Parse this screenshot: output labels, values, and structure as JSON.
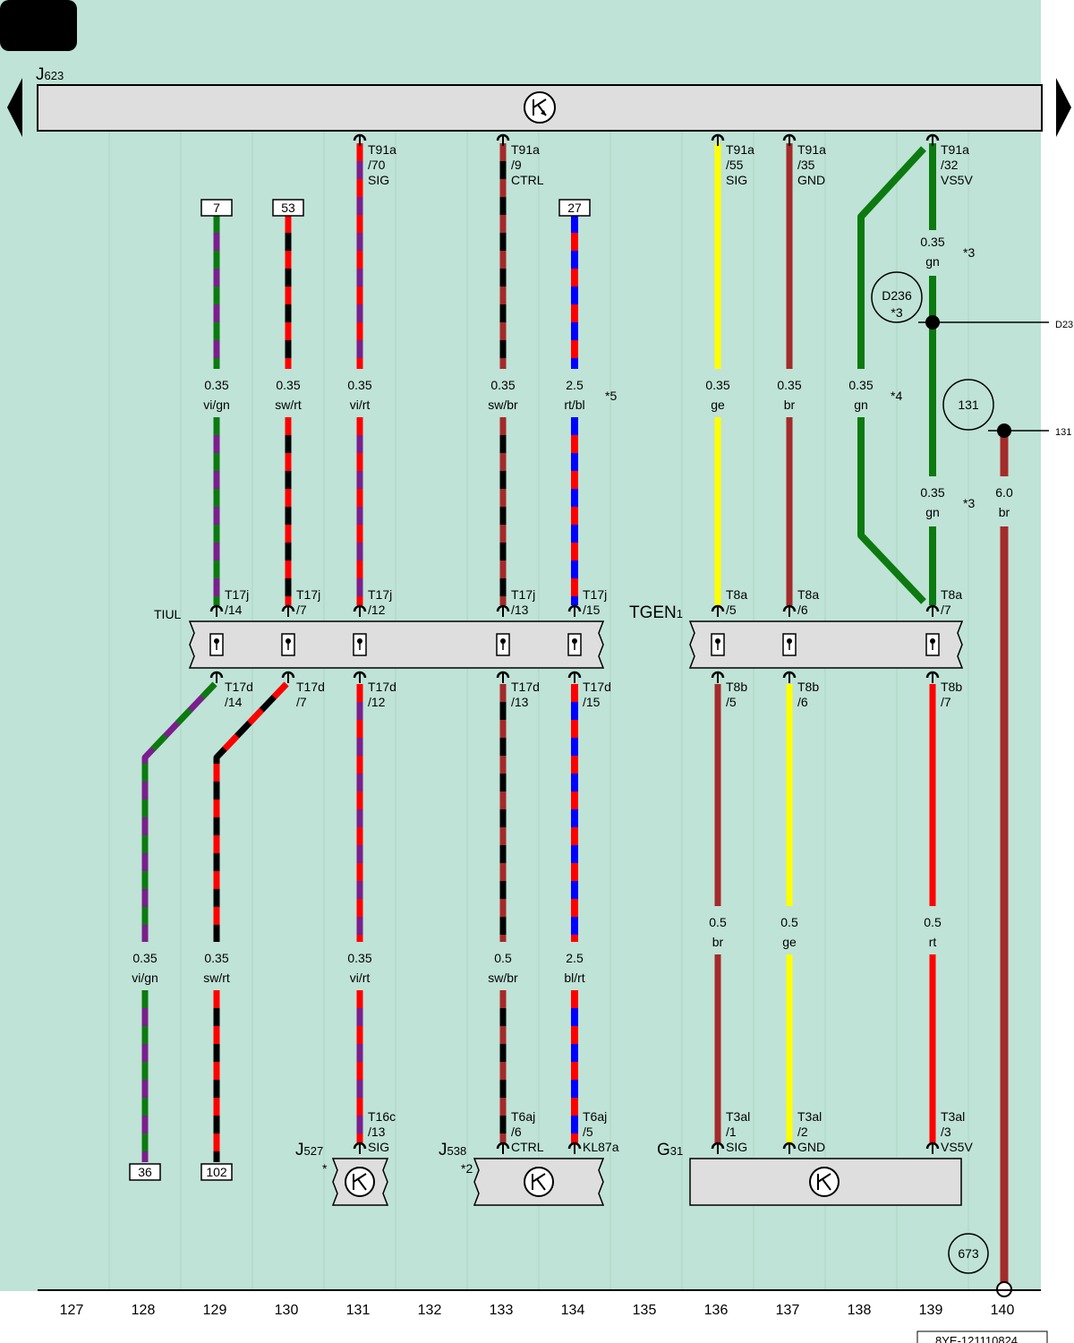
{
  "colors": {
    "background": "#bfe3d6",
    "gridline": "#aed4c5",
    "bar_fill": "#dedede",
    "vi": "#7a1f8c",
    "gn": "#0c7a10",
    "sw": "#000000",
    "rt": "#ff0000",
    "br": "#a52a2a",
    "ge": "#ffff00",
    "bl": "#0000ff"
  },
  "page_tag": "",
  "ecu": {
    "name": "J",
    "sub": "623"
  },
  "nav": {
    "prev_icon": "arrow-left-icon",
    "next_icon": "arrow-right-icon"
  },
  "tiul_label": "TIUL",
  "tgen_label": "TGEN",
  "tgen_sub": "1",
  "ref_boxes": [
    "7",
    "53",
    "27",
    "36",
    "102"
  ],
  "circles": [
    "D236",
    "*3",
    "131",
    "673"
  ],
  "notes": [
    "*3",
    "*4",
    "*5",
    "*",
    "*2"
  ],
  "edge_labels": [
    "D23",
    "131"
  ],
  "wires": [
    {
      "label1": "0.35",
      "label2": "vi/gn"
    },
    {
      "label1": "0.35",
      "label2": "sw/rt"
    },
    {
      "label1": "0.35",
      "label2": "vi/rt"
    },
    {
      "label1": "0.35",
      "label2": "sw/br"
    },
    {
      "label1": "2.5",
      "label2": "rt/bl"
    },
    {
      "label1": "0.35",
      "label2": "ge"
    },
    {
      "label1": "0.35",
      "label2": "br"
    },
    {
      "label1": "0.35",
      "label2": "gn"
    },
    {
      "label1": "0.35",
      "label2": "gn"
    },
    {
      "label1": "0.35",
      "label2": "gn"
    },
    {
      "label1": "6.0",
      "label2": "br"
    },
    {
      "label1": "0.35",
      "label2": "vi/gn"
    },
    {
      "label1": "0.35",
      "label2": "sw/rt"
    },
    {
      "label1": "0.35",
      "label2": "vi/rt"
    },
    {
      "label1": "0.5",
      "label2": "sw/br"
    },
    {
      "label1": "2.5",
      "label2": "bl/rt"
    },
    {
      "label1": "0.5",
      "label2": "br"
    },
    {
      "label1": "0.5",
      "label2": "ge"
    },
    {
      "label1": "0.5",
      "label2": "rt"
    }
  ],
  "pins": [
    {
      "l1": "T91a",
      "l2": "/70",
      "l3": "SIG"
    },
    {
      "l1": "T91a",
      "l2": "/9",
      "l3": "CTRL"
    },
    {
      "l1": "T91a",
      "l2": "/55",
      "l3": "SIG"
    },
    {
      "l1": "T91a",
      "l2": "/35",
      "l3": "GND"
    },
    {
      "l1": "T91a",
      "l2": "/32",
      "l3": "VS5V"
    },
    {
      "l1": "T17j",
      "l2": "/14"
    },
    {
      "l1": "T17j",
      "l2": "/7"
    },
    {
      "l1": "T17j",
      "l2": "/12"
    },
    {
      "l1": "T17j",
      "l2": "/13"
    },
    {
      "l1": "T17j",
      "l2": "/15"
    },
    {
      "l1": "T8a",
      "l2": "/5"
    },
    {
      "l1": "T8a",
      "l2": "/6"
    },
    {
      "l1": "T8a",
      "l2": "/7"
    },
    {
      "l1": "T17d",
      "l2": "/14"
    },
    {
      "l1": "T17d",
      "l2": "/7"
    },
    {
      "l1": "T17d",
      "l2": "/12"
    },
    {
      "l1": "T17d",
      "l2": "/13"
    },
    {
      "l1": "T17d",
      "l2": "/15"
    },
    {
      "l1": "T8b",
      "l2": "/5"
    },
    {
      "l1": "T8b",
      "l2": "/6"
    },
    {
      "l1": "T8b",
      "l2": "/7"
    },
    {
      "l1": "T16c",
      "l2": "/13",
      "l3": "SIG"
    },
    {
      "l1": "T6aj",
      "l2": "/6",
      "l3": "CTRL"
    },
    {
      "l1": "T6aj",
      "l2": "/5",
      "l3": "KL87a"
    },
    {
      "l1": "T3al",
      "l2": "/1",
      "l3": "SIG"
    },
    {
      "l1": "T3al",
      "l2": "/2",
      "l3": "GND"
    },
    {
      "l1": "T3al",
      "l2": "/3",
      "l3": "VS5V"
    }
  ],
  "components": [
    {
      "name": "J",
      "sub": "527"
    },
    {
      "name": "J",
      "sub": "538"
    },
    {
      "name": "G",
      "sub": "31"
    }
  ],
  "columns": [
    "127",
    "128",
    "129",
    "130",
    "131",
    "132",
    "133",
    "134",
    "135",
    "136",
    "137",
    "138",
    "139",
    "140"
  ],
  "doc_id": "8YE-121110824"
}
